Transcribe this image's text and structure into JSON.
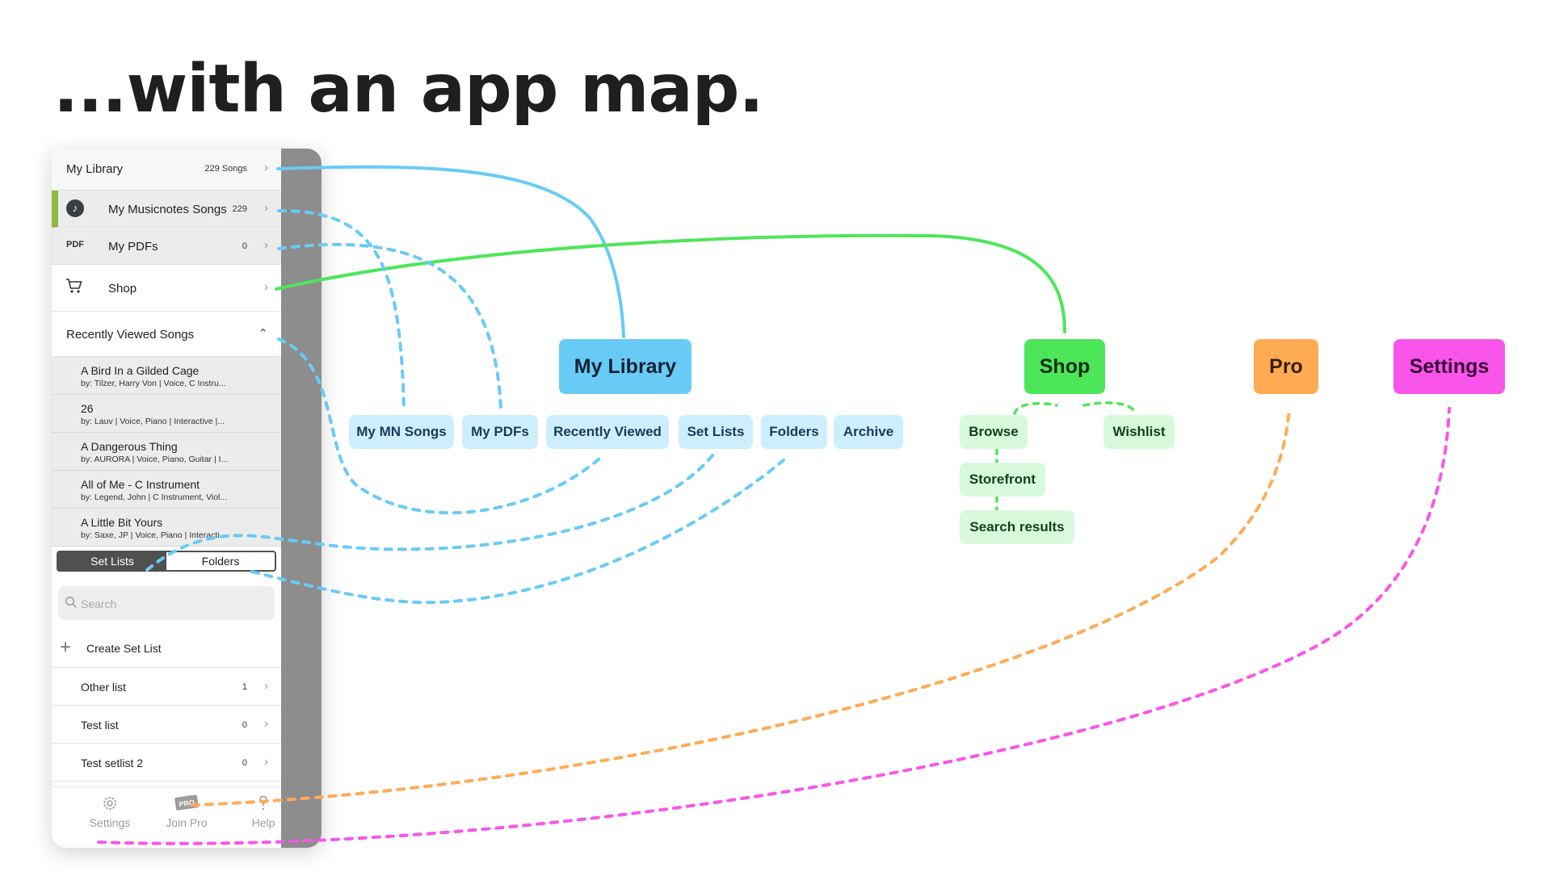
{
  "title": "...with an app map.",
  "sidebar": {
    "my_library": {
      "label": "My Library",
      "count": "229 Songs"
    },
    "my_musicnotes_songs": {
      "label": "My Musicnotes Songs",
      "count": "229"
    },
    "my_pdfs": {
      "icon_text": "PDF",
      "label": "My PDFs",
      "count": "0"
    },
    "shop": {
      "label": "Shop"
    },
    "recently_viewed": {
      "label": "Recently Viewed Songs"
    },
    "songs": [
      {
        "title": "A Bird In a Gilded Cage",
        "subtitle": "by: Tilzer, Harry Von | Voice, C Instru..."
      },
      {
        "title": "26",
        "subtitle": "by: Lauv | Voice, Piano | Interactive |..."
      },
      {
        "title": "A Dangerous Thing",
        "subtitle": "by: AURORA | Voice, Piano, Guitar | I..."
      },
      {
        "title": "All of Me - C Instrument",
        "subtitle": "by: Legend, John | C Instrument, Viol..."
      },
      {
        "title": "A Little Bit Yours",
        "subtitle": "by: Saxe, JP | Voice, Piano | Interacti..."
      }
    ],
    "segment": {
      "set_lists": "Set Lists",
      "folders": "Folders"
    },
    "search_placeholder": "Search",
    "create_set_list": "Create Set List",
    "set_lists": [
      {
        "label": "Other list",
        "count": "1"
      },
      {
        "label": "Test list",
        "count": "0"
      },
      {
        "label": "Test setlist 2",
        "count": "0"
      }
    ],
    "tabbar": {
      "settings": "Settings",
      "join_pro": "Join Pro",
      "pro_badge": "PRO",
      "help": "Help"
    }
  },
  "map": {
    "my_library": {
      "label": "My Library",
      "color": "#68cbf6",
      "children": [
        "My MN Songs",
        "My PDFs",
        "Recently Viewed",
        "Set Lists",
        "Folders",
        "Archive"
      ]
    },
    "shop": {
      "label": "Shop",
      "color": "#4de659",
      "children": [
        "Browse",
        "Wishlist",
        "Storefront",
        "Search results"
      ]
    },
    "pro": {
      "label": "Pro",
      "color": "#ffab54"
    },
    "settings": {
      "label": "Settings",
      "color": "#f955ea"
    }
  },
  "colors": {
    "accent_bar": "#8dbb3f",
    "segment_active": "#505050"
  }
}
